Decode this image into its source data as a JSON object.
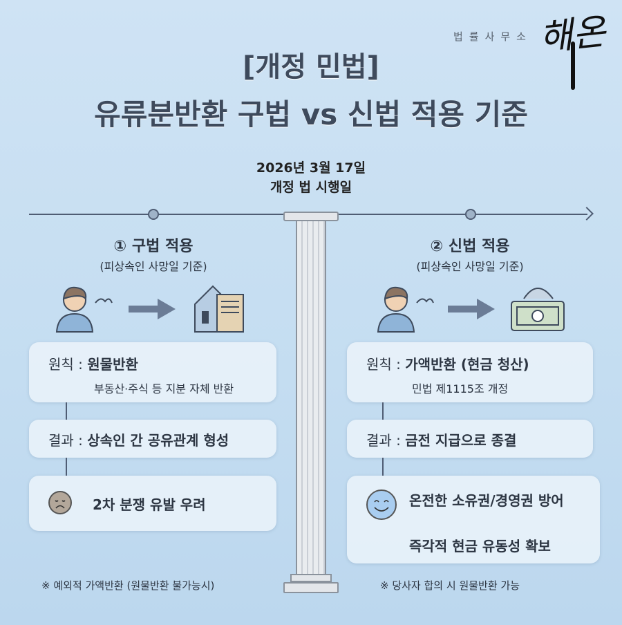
{
  "brand": {
    "label": "법률사무소",
    "logo": "해온"
  },
  "title": {
    "line1": "[개정 민법]",
    "line2": "유류분반환 구법 vs 신법 적용 기준"
  },
  "timeline": {
    "date": "2026년 3월 17일",
    "date_label": "개정 법 시행일"
  },
  "left": {
    "heading": "① 구법 적용",
    "sub": "(피상속인 사망일 기준)",
    "principle_key": "원칙 : ",
    "principle_value": "원물반환",
    "principle_detail": "부동산·주식 등 지분 자체 반환",
    "result_key": "결과 : ",
    "result_value": "상속인 간 공유관계 형성",
    "outcome": "2차 분쟁 유발 우려",
    "note": "※ 예외적 가액반환 (원물반환 불가능시)"
  },
  "right": {
    "heading": "② 신법 적용",
    "sub": "(피상속인 사망일 기준)",
    "principle_key": "원칙 : ",
    "principle_value": "가액반환 (현금 청산)",
    "principle_detail": "민법 제1115조 개정",
    "result_key": "결과 : ",
    "result_value": "금전 지급으로 종결",
    "outcome1": "온전한 소유권/경영권 방어",
    "outcome2": "즉각적 현금 유동성 확보",
    "note": "※ 당사자 합의 시 원물반환 가능"
  }
}
